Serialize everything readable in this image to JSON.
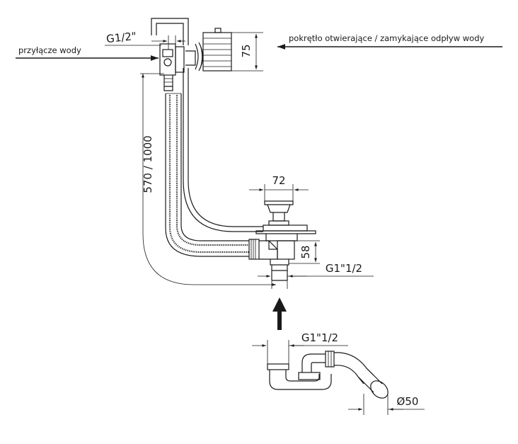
{
  "labels": {
    "water_inlet": "przyłącze wody",
    "drain_knob": "pokrętło otwierające / zamykające odpływ wody"
  },
  "dimensions": {
    "inlet_thread": "G1/2\"",
    "knob_height": "75",
    "hose_length": "570 / 1000",
    "plug_width": "72",
    "drain_height": "58",
    "outlet_thread": "G1\"1/2",
    "trap_inlet_thread": "G1\"1/2",
    "trap_outlet_diameter": "Ø50"
  }
}
